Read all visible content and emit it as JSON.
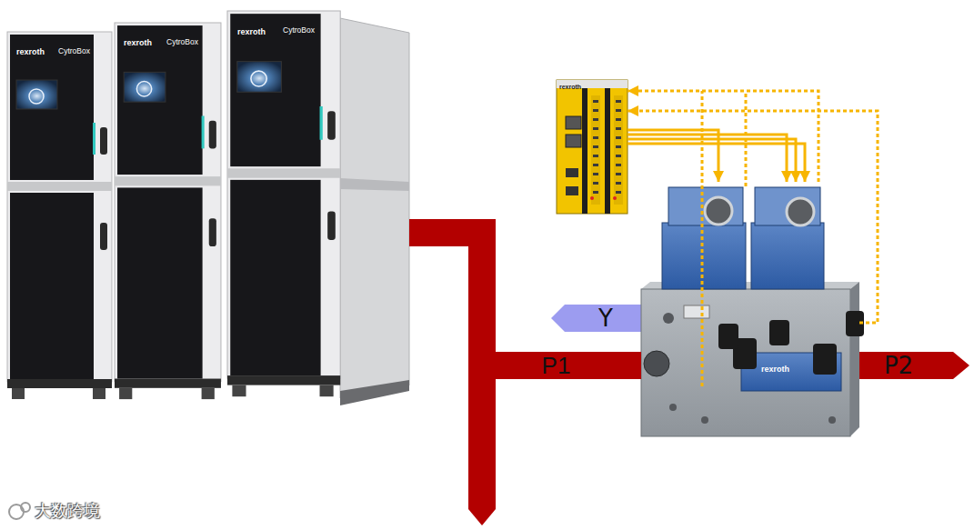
{
  "diagram": {
    "nodes": [
      {
        "text": [
          "rexroth",
          "CytroBox"
        ]
      },
      {
        "text": [
          "rexroth",
          "CytroBox"
        ]
      },
      {
        "text": [
          "rexroth",
          "CytroBox"
        ]
      },
      {
        "text": [
          "rexroth"
        ]
      },
      {
        "text": [
          "rexroth"
        ]
      }
    ],
    "edges": [
      {
        "from": 2,
        "to": 4,
        "label": "P1",
        "arrow": "none"
      },
      {
        "from": 3,
        "to": 4,
        "arrow": "to"
      },
      {
        "from": 3,
        "to": 4,
        "arrow": "to"
      },
      {
        "from": 3,
        "to": 4,
        "arrow": "to"
      },
      {
        "from": 3,
        "to": 4,
        "arrow": "to"
      },
      {
        "from": 4,
        "to": 3,
        "arrow": "to"
      },
      {
        "from": 4,
        "to": 3,
        "arrow": "to"
      }
    ],
    "labels": [
      "Y",
      "P2",
      "大数跨境"
    ]
  }
}
